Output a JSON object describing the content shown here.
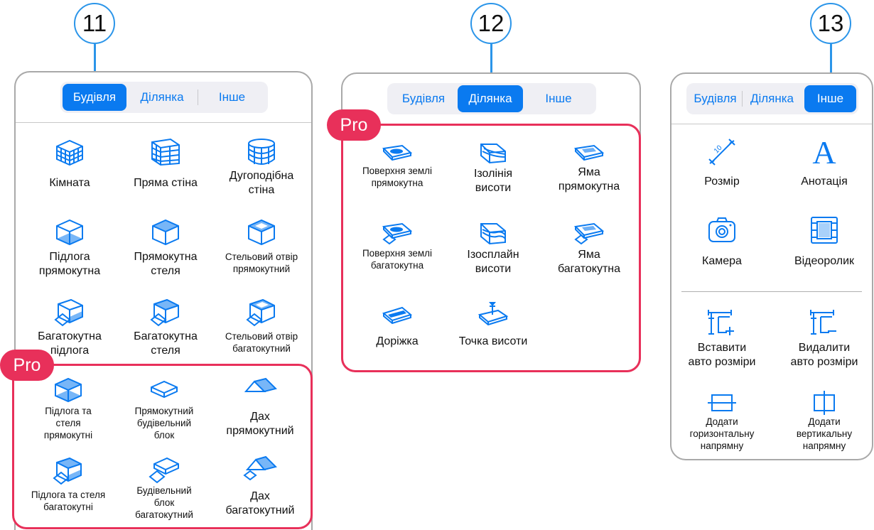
{
  "callouts": [
    "11",
    "12",
    "13"
  ],
  "pro_label": "Pro",
  "colors": {
    "accent": "#0a7af0",
    "pro": "#e8305a",
    "callout": "#2b95e9"
  },
  "panel1": {
    "tabs": [
      "Будівля",
      "Ділянка",
      "Інше"
    ],
    "active_tab": "Будівля",
    "tools": [
      {
        "icon": "brick-room-icon",
        "label": "Кімната"
      },
      {
        "icon": "brick-wall-icon",
        "label": "Пряма стіна"
      },
      {
        "icon": "arc-wall-icon",
        "label": "Дугоподібна\nстіна"
      },
      {
        "icon": "rect-floor-icon",
        "label": "Підлога\nпрямокутна"
      },
      {
        "icon": "rect-ceiling-icon",
        "label": "Прямокутна\nстеля"
      },
      {
        "icon": "rect-ceiling-hole-icon",
        "label": "Стельовий отвір\nпрямокутний"
      },
      {
        "icon": "poly-floor-icon",
        "label": "Багатокутна\nпідлога"
      },
      {
        "icon": "poly-ceiling-icon",
        "label": "Багатокутна\nстеля"
      },
      {
        "icon": "poly-ceiling-hole-icon",
        "label": "Стельовий отвір\nбагатокутний"
      }
    ],
    "pro_tools": [
      {
        "icon": "rect-floor-ceiling-icon",
        "label": "Підлога та\nстеля\nпрямокутні"
      },
      {
        "icon": "rect-block-icon",
        "label": "Прямокутний\nбудівельний\nблок"
      },
      {
        "icon": "rect-roof-icon",
        "label": "Дах\nпрямокутний"
      },
      {
        "icon": "poly-floor-ceiling-icon",
        "label": "Підлога та стеля\nбагатокутні"
      },
      {
        "icon": "poly-block-icon",
        "label": "Будівельний\nблок\nбагатокутний"
      },
      {
        "icon": "poly-roof-icon",
        "label": "Дах\nбагатокутний"
      }
    ]
  },
  "panel2": {
    "tabs": [
      "Будівля",
      "Ділянка",
      "Інше"
    ],
    "active_tab": "Ділянка",
    "pro_tools": [
      {
        "icon": "rect-ground-icon",
        "label": "Поверхня землі\nпрямокутна"
      },
      {
        "icon": "isoline-icon",
        "label": "Ізолінія\nвисоти"
      },
      {
        "icon": "rect-pit-icon",
        "label": "Яма\nпрямокутна"
      },
      {
        "icon": "poly-ground-icon",
        "label": "Поверхня землі\nбагатокутна"
      },
      {
        "icon": "isospline-icon",
        "label": "Ізосплайн\nвисоти"
      },
      {
        "icon": "poly-pit-icon",
        "label": "Яма\nбагатокутна"
      },
      {
        "icon": "path-icon",
        "label": "Доріжка"
      },
      {
        "icon": "elevation-point-icon",
        "label": "Точка висоти"
      }
    ]
  },
  "panel3": {
    "tabs": [
      "Будівля",
      "Ділянка",
      "Інше"
    ],
    "active_tab": "Інше",
    "tools": [
      {
        "icon": "dimension-icon",
        "label": "Розмір"
      },
      {
        "icon": "annotation-icon",
        "glyph": "A",
        "label": "Анотація"
      },
      {
        "icon": "camera-icon",
        "label": "Камера"
      },
      {
        "icon": "video-icon",
        "label": "Відеоролик"
      },
      {
        "icon": "auto-dimensions-add-icon",
        "label": "Вставити\nавто розміри"
      },
      {
        "icon": "auto-dimensions-remove-icon",
        "label": "Видалити\nавто розміри"
      },
      {
        "icon": "horizontal-guide-icon",
        "label": "Додати\nгоризонтальну\nнапрямну"
      },
      {
        "icon": "vertical-guide-icon",
        "label": "Додати\nвертикальну\nнапрямну"
      }
    ]
  }
}
